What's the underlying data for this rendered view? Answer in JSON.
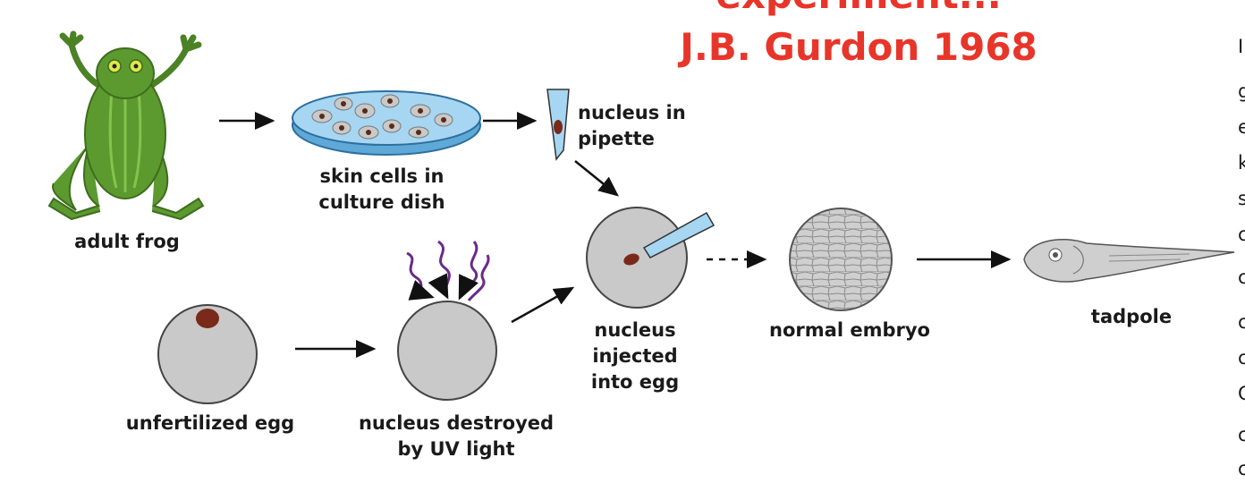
{
  "title": {
    "line1": "experiment...",
    "line2": "J.B. Gurdon 1968"
  },
  "labels": {
    "adult_frog": "adult frog",
    "skin_cells_line1": "skin cells in",
    "skin_cells_line2": "culture dish",
    "pipette_line1": "nucleus in",
    "pipette_line2": "pipette",
    "unfertilized_egg": "unfertilized egg",
    "destroyed_line1": "nucleus destroyed",
    "destroyed_line2": "by UV light",
    "injected_line1": "nucleus",
    "injected_line2": "injected",
    "injected_line3": "into egg",
    "normal_embryo": "normal embryo",
    "tadpole": "tadpole"
  },
  "side_text_fragments": [
    "I",
    "g",
    "e",
    "k",
    "s",
    "c",
    "c",
    "c",
    "c",
    "C",
    "c",
    "c"
  ],
  "colors": {
    "title": "#e8352a",
    "frog": "#5c9a2f",
    "egg": "#c9c9c9",
    "nucleus": "#7a2a1a",
    "uv_rays": "#6a2a8a",
    "dish": "#8ec9ec"
  }
}
